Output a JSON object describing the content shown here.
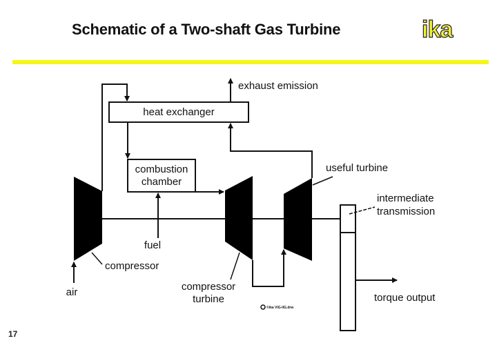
{
  "header": {
    "title": "Schematic of a Two-shaft Gas Turbine",
    "logo": "ika",
    "accent_color": "#f5f51a"
  },
  "diagram": {
    "components": {
      "heat_exchanger": "heat exchanger",
      "combustion_chamber_line1": "combustion",
      "combustion_chamber_line2": "chamber",
      "compressor": "compressor",
      "compressor_turbine_line1": "compressor",
      "compressor_turbine_line2": "turbine",
      "useful_turbine": "useful turbine",
      "intermediate_transmission_line1": "intermediate",
      "intermediate_transmission_line2": "transmission"
    },
    "flows": {
      "exhaust": "exhaust emission",
      "fuel": "fuel",
      "air": "air",
      "torque": "torque output"
    },
    "credit": "©ika VIG-IIG.drw"
  },
  "footer": {
    "page_number": "17"
  }
}
